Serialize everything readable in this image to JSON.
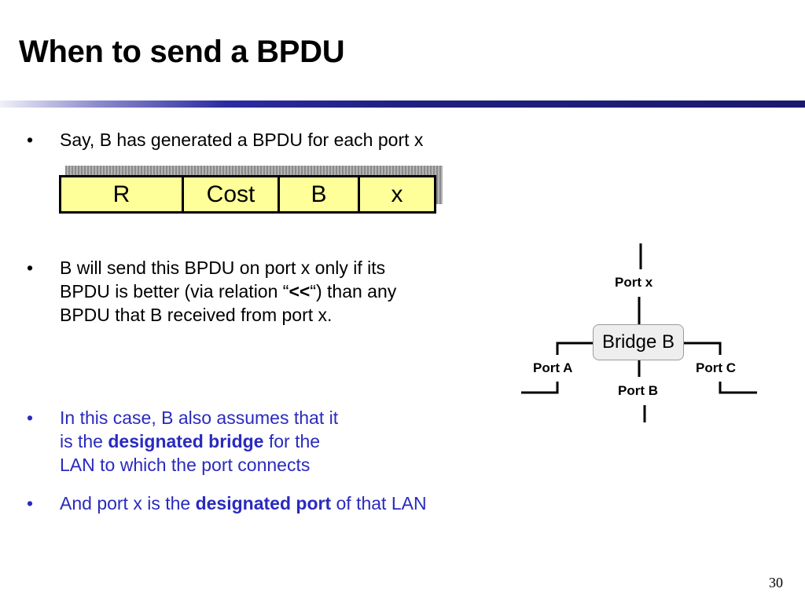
{
  "slide": {
    "title": "When to send a BPDU",
    "page_number": "30"
  },
  "bullets": {
    "b1": {
      "text": "Say, B has generated a BPDU  for each port x"
    },
    "b2": {
      "line1": "B will send this BPDU on port x only if its",
      "line2_pre": "BPDU is better (via relation “",
      "line2_bold": "<<",
      "line2_post": "“) than any",
      "line3": "BPDU that B received from port x."
    },
    "b3": {
      "line1": "In this case, B also assumes that it",
      "line2_pre": "is the ",
      "line2_bold": "designated bridge",
      "line2_post": " for the",
      "line3": "LAN to which the port connects"
    },
    "b4": {
      "pre": "And port x is the ",
      "bold": "designated port",
      "post": " of that LAN"
    },
    "bullet_glyph": "•"
  },
  "bpdu_fields": [
    "R",
    "Cost",
    "B",
    "x"
  ],
  "diagram": {
    "bridge_label": "Bridge B",
    "ports": {
      "x": "Port x",
      "a": "Port A",
      "b": "Port B",
      "c": "Port C"
    }
  },
  "colors": {
    "body_text": "#000000",
    "highlight_text": "#2a2abf",
    "bpdu_fill": "#ffff99",
    "rule": "#1a1a6e"
  }
}
